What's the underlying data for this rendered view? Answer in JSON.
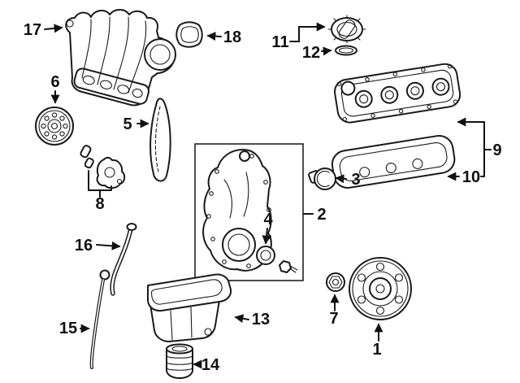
{
  "diagram": {
    "background_color": "#ffffff",
    "line_color": "#1a1a1a",
    "callouts": {
      "c1": {
        "label": "1",
        "part": "crankshaft-pulley"
      },
      "c2": {
        "label": "2",
        "part": "timing-cover-group-box"
      },
      "c3": {
        "label": "3",
        "part": "breather-cap"
      },
      "c4": {
        "label": "4",
        "part": "crank-seal-and-bolt"
      },
      "c5": {
        "label": "5",
        "part": "timing-chain"
      },
      "c6": {
        "label": "6",
        "part": "sprocket-plate"
      },
      "c7": {
        "label": "7",
        "part": "pulley-washer-nut"
      },
      "c8": {
        "label": "8",
        "part": "chain-tensioner"
      },
      "c9": {
        "label": "9",
        "part": "valve-cover"
      },
      "c10": {
        "label": "10",
        "part": "valve-cover-gasket"
      },
      "c11": {
        "label": "11",
        "part": "oil-filler-cap"
      },
      "c12": {
        "label": "12",
        "part": "filler-cap-seal"
      },
      "c13": {
        "label": "13",
        "part": "oil-pan"
      },
      "c14": {
        "label": "14",
        "part": "oil-filter"
      },
      "c15": {
        "label": "15",
        "part": "dipstick"
      },
      "c16": {
        "label": "16",
        "part": "dipstick-tube"
      },
      "c17": {
        "label": "17",
        "part": "intake-manifold"
      },
      "c18": {
        "label": "18",
        "part": "throttle-body-gasket"
      }
    }
  }
}
